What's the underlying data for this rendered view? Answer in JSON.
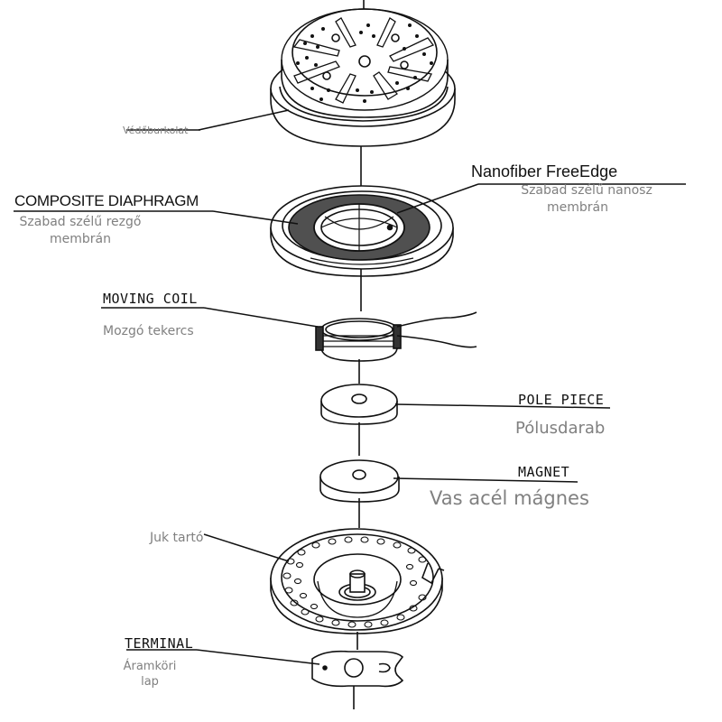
{
  "parts": [
    {
      "id": "protective-cover",
      "label_hu": "Védőburkolat"
    },
    {
      "id": "nanofiber",
      "label_en": "Nanofiber FreeEdge",
      "label_hu_1": "Szabad szélű nanosz",
      "label_hu_2": "membrán"
    },
    {
      "id": "composite-diaphragm",
      "label_en": "COMPOSITE DIAPHRAGM",
      "label_hu_1": "Szabad szélű rezgő",
      "label_hu_2": "membrán"
    },
    {
      "id": "moving-coil",
      "label_en": "MOVING COIL",
      "label_hu": "Mozgó tekercs"
    },
    {
      "id": "pole-piece",
      "label_en": "POLE PIECE",
      "label_hu": "Pólusdarab"
    },
    {
      "id": "magnet",
      "label_en": "MAGNET",
      "label_hu": "Vas acél mágnes"
    },
    {
      "id": "housing",
      "label_hu": "Juk tartó"
    },
    {
      "id": "terminal",
      "label_en": "TERMINAL",
      "label_hu_1": "Áramköri",
      "label_hu_2": "lap"
    }
  ]
}
